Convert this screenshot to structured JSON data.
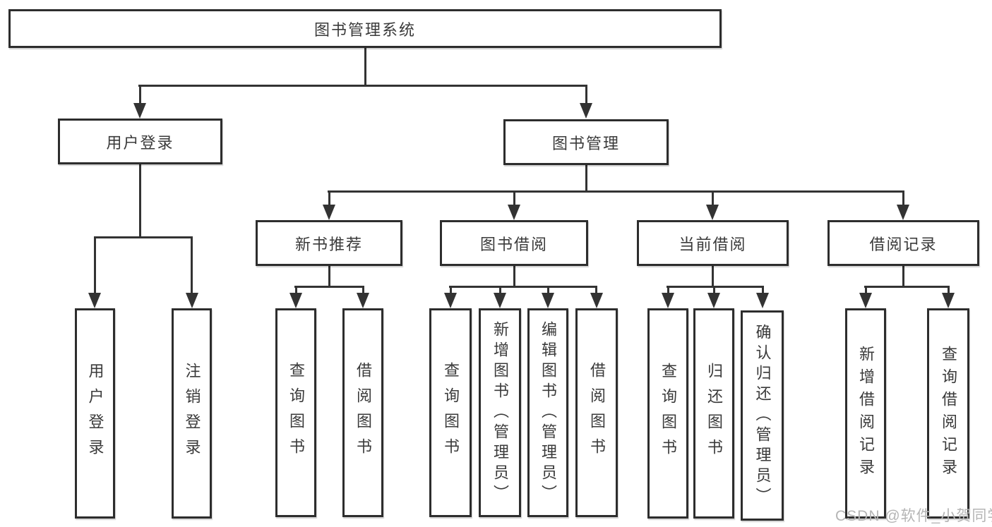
{
  "diagram": {
    "type": "tree",
    "root": {
      "label": "图书管理系统",
      "children": [
        {
          "label": "用户登录",
          "children": [
            {
              "label": "用户登录"
            },
            {
              "label": "注销登录"
            }
          ]
        },
        {
          "label": "图书管理",
          "children": [
            {
              "label": "新书推荐",
              "children": [
                {
                  "label": "查询图书"
                },
                {
                  "label": "借阅图书"
                }
              ]
            },
            {
              "label": "图书借阅",
              "children": [
                {
                  "label": "查询图书"
                },
                {
                  "label": "新增图书（管理员）"
                },
                {
                  "label": "编辑图书（管理员）"
                },
                {
                  "label": "借阅图书"
                }
              ]
            },
            {
              "label": "当前借阅",
              "children": [
                {
                  "label": "查询图书"
                },
                {
                  "label": "归还图书"
                },
                {
                  "label": "确认归还（管理员）"
                }
              ]
            },
            {
              "label": "借阅记录",
              "children": [
                {
                  "label": "新增借阅记录"
                },
                {
                  "label": "查询借阅记录"
                }
              ]
            }
          ]
        }
      ]
    }
  },
  "watermark": {
    "text": "CSDN @软件_小贺同学"
  },
  "colors": {
    "line": "#333333",
    "border": "#2d2d2d",
    "text": "#3a3a3a",
    "background": "#ffffff",
    "watermark": "#b5b5b5"
  }
}
